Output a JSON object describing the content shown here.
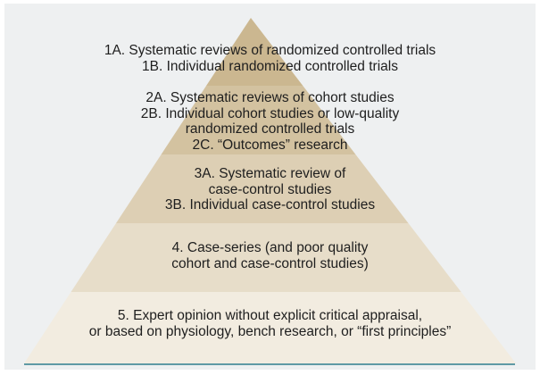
{
  "levels": [
    {
      "id": "level-1",
      "color": "#cbb790",
      "lines": [
        "1A. Systematic reviews of randomized controlled trials",
        "1B. Individual randomized controlled trials"
      ]
    },
    {
      "id": "level-2",
      "color": "#d3c2a0",
      "lines": [
        "2A. Systematic reviews of cohort studies",
        "2B. Individual cohort studies or low-quality",
        "randomized controlled trials",
        "2C. “Outcomes” research"
      ]
    },
    {
      "id": "level-3",
      "color": "#ddcfb4",
      "lines": [
        "3A. Systematic review of",
        "case-control studies",
        "3B. Individual case-control studies"
      ]
    },
    {
      "id": "level-4",
      "color": "#e7ddc9",
      "lines": [
        "4. Case-series (and poor quality",
        "cohort and case-control studies)"
      ]
    },
    {
      "id": "level-5",
      "color": "#f2ece0",
      "lines": [
        "5. Expert opinion without explicit critical appraisal,",
        "or based on physiology, bench research, or “first principles”"
      ]
    }
  ],
  "colors": {
    "background": "#eef0f1",
    "text": "#1e1e1e",
    "baseline": "#5f9aa5"
  }
}
